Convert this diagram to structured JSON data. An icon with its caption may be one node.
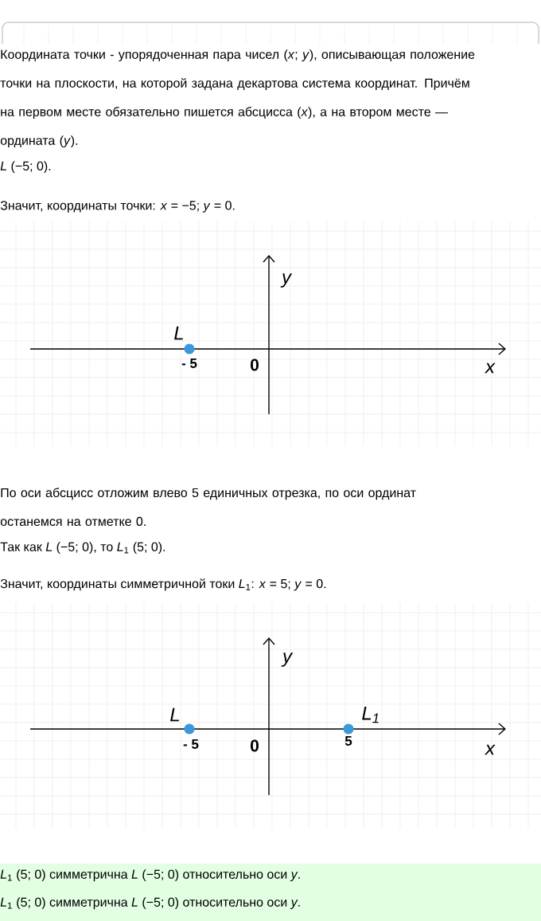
{
  "diagram": {
    "labels": [
      "Координата точки - упорядоченная пара чисел (*x*; *y*), описывающая положение точки на плоскости, на которой задана декартова система координат. Причём на первом месте обязательно пишется абсцисса (*x*), а на втором месте — ордината (*y*).",
      "*L* (−5; 0).",
      "Значит, координаты точки: *x* = −5; *y* = 0.",
      "y",
      "L",
      "- 5",
      "0",
      "x",
      "По оси абсцисс отложим влево 5 единичных отрезка, по оси ординат останемся на отметке 0.",
      "Так как *L* (−5; 0), то *L*$_{1}$ (5; 0).",
      "Значит, координаты симметричной токи *L*$_{1}$: *x* = 5; *y* = 0.",
      "y",
      "L",
      "L$_{1}$",
      "- 5",
      "0",
      "5",
      "x",
      "*L*$_{1}$ (5; 0) симметрична *L* (−5; 0) относительно оси *y*.",
      "*L*$_{1}$ (5; 0) симметрична *L* (−5; 0) относительно оси *y*."
    ]
  }
}
